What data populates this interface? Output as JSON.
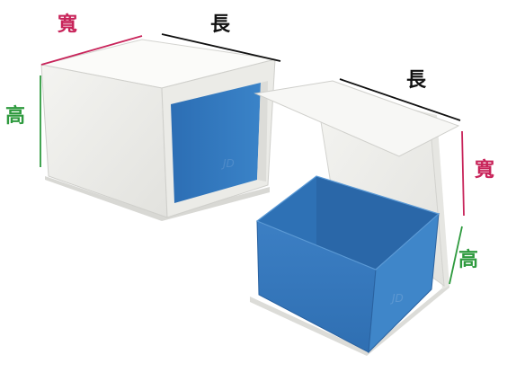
{
  "labels": {
    "left_width": "寬",
    "left_length": "長",
    "left_height": "高",
    "right_length": "長",
    "right_width": "寬",
    "right_height": "高"
  },
  "colors": {
    "width_label": "#c8245a",
    "length_label": "#111111",
    "height_label": "#2e9a3e",
    "box_blue": "#3a7ec4",
    "box_white": "#eeeeea"
  }
}
